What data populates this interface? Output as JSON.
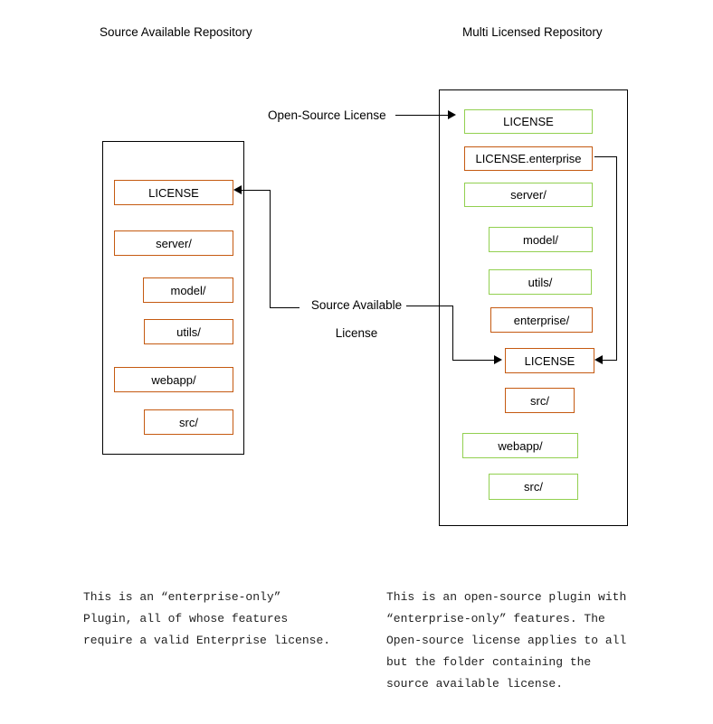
{
  "diagram": {
    "left_repo": {
      "title": "Source Available Repository",
      "items": [
        {
          "label": "LICENSE",
          "color": "orange"
        },
        {
          "label": "server/",
          "color": "orange"
        },
        {
          "label": "model/",
          "color": "orange"
        },
        {
          "label": "utils/",
          "color": "orange"
        },
        {
          "label": "webapp/",
          "color": "orange"
        },
        {
          "label": "src/",
          "color": "orange"
        }
      ],
      "caption": "This is an “enterprise-only”\nPlugin, all of whose features\nrequire a valid Enterprise license."
    },
    "right_repo": {
      "title": "Multi Licensed Repository",
      "items": [
        {
          "label": "LICENSE",
          "color": "green"
        },
        {
          "label": "LICENSE.enterprise",
          "color": "orange"
        },
        {
          "label": "server/",
          "color": "green"
        },
        {
          "label": "model/",
          "color": "green"
        },
        {
          "label": "utils/",
          "color": "green"
        },
        {
          "label": "enterprise/",
          "color": "orange"
        },
        {
          "label": "LICENSE",
          "color": "orange"
        },
        {
          "label": "src/",
          "color": "orange"
        },
        {
          "label": "webapp/",
          "color": "green"
        },
        {
          "label": "src/",
          "color": "green"
        }
      ],
      "caption": "This is an open-source plugin with\n“enterprise-only” features. The\nOpen-source license applies to all\nbut the folder containing the\nsource available license."
    },
    "labels": {
      "open_source_license": "Open-Source License",
      "source_available_line1": "Source Available",
      "source_available_line2": "License"
    },
    "colors": {
      "orange": "#C55A11",
      "green": "#92D050",
      "line": "#000000"
    }
  }
}
